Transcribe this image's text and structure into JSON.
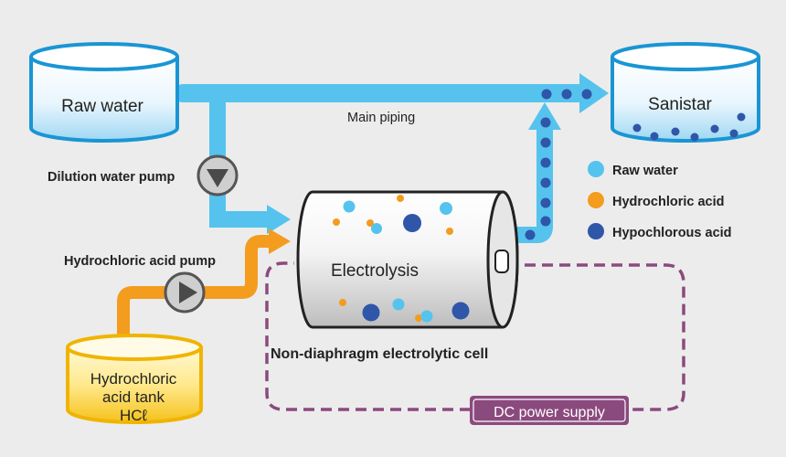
{
  "tanks": {
    "raw_water": "Raw water",
    "sanistar": "Sanistar",
    "hcl_tank_line1": "Hydrochloric",
    "hcl_tank_line2": "acid tank",
    "hcl_tank_line3": "HCℓ"
  },
  "labels": {
    "main_piping": "Main piping",
    "dilution_pump": "Dilution water pump",
    "hcl_pump": "Hydrochloric acid pump",
    "electrolysis": "Electrolysis",
    "cell": "Non-diaphragm electrolytic cell",
    "dc_power": "DC power supply"
  },
  "legend": [
    {
      "label": "Raw water",
      "color": "#55c3ee"
    },
    {
      "label": "Hydrochloric acid",
      "color": "#f39c1e"
    },
    {
      "label": "Hypochlorous acid",
      "color": "#2f56a8"
    }
  ],
  "colors": {
    "water_pipe": "#55c3ee",
    "acid_pipe": "#f39c1e",
    "hypo": "#2f56a8",
    "power_line": "#8b4a7e"
  }
}
